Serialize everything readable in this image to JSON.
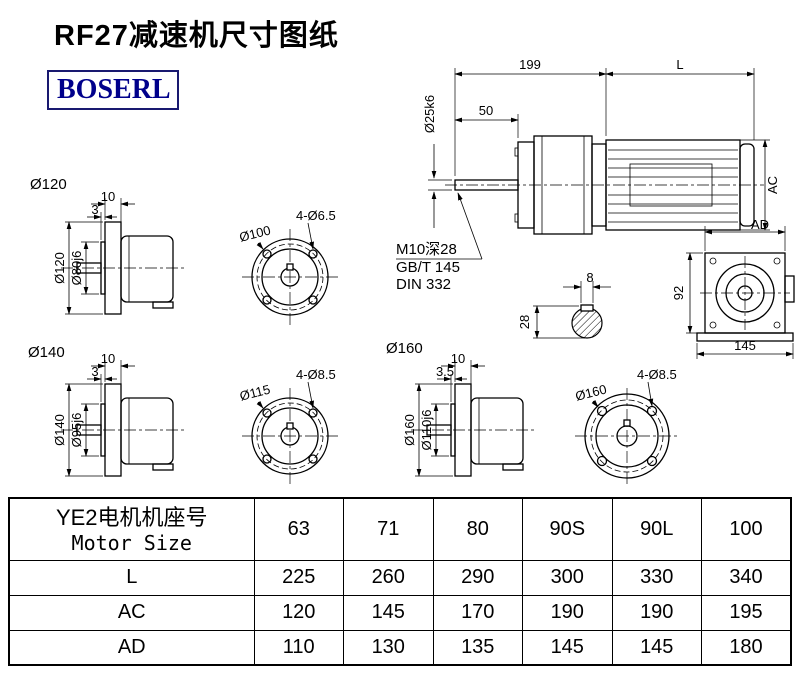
{
  "page": {
    "title": "RF27减速机尺寸图纸",
    "logo_text": "BOSERL"
  },
  "labels": {
    "flange120": "Ø120",
    "flange140": "Ø140",
    "flange160": "Ø160"
  },
  "main_view": {
    "dim_length_gear": "199",
    "dim_length_motor": "L",
    "dim_shaft_len": "50",
    "dim_shaft_dia": "Ø25k6",
    "dim_motor_dia": "AC",
    "note1": "M10深28",
    "note2": "GB/T 145",
    "note3": "DIN 332"
  },
  "side_view": {
    "dim_width": "AD",
    "dim_height": "92",
    "dim_base": "145"
  },
  "key_section": {
    "dim_key_width": "8",
    "dim_height": "28"
  },
  "flange120_view": {
    "dim_t1": "10",
    "dim_t2": "3",
    "dim_outer": "Ø120",
    "dim_spigot": "Ø80j6"
  },
  "front100_view": {
    "holes": "4-Ø6.5",
    "dia": "Ø100"
  },
  "flange140_view": {
    "dim_t1": "10",
    "dim_t2": "3",
    "dim_outer": "Ø140",
    "dim_spigot": "Ø95j6"
  },
  "front115_view": {
    "holes": "4-Ø8.5",
    "dia": "Ø115"
  },
  "flange160_view": {
    "dim_t1": "10",
    "dim_t2": "3.5",
    "dim_outer": "Ø160",
    "dim_spigot": "Ø110j6"
  },
  "front160_view": {
    "holes": "4-Ø8.5",
    "dia": "Ø160"
  },
  "table": {
    "header_cn": "YE2电机机座号",
    "header_en": "Motor Size",
    "sizes": [
      "63",
      "71",
      "80",
      "90S",
      "90L",
      "100"
    ],
    "rows": [
      {
        "label": "L",
        "values": [
          "225",
          "260",
          "290",
          "300",
          "330",
          "340"
        ]
      },
      {
        "label": "AC",
        "values": [
          "120",
          "145",
          "170",
          "190",
          "190",
          "195"
        ]
      },
      {
        "label": "AD",
        "values": [
          "110",
          "130",
          "135",
          "145",
          "145",
          "180"
        ]
      }
    ]
  }
}
